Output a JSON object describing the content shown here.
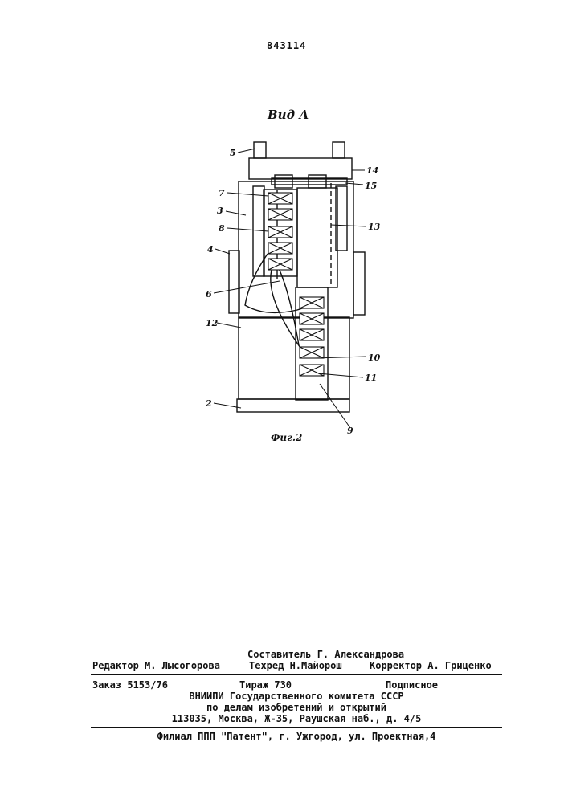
{
  "header": {
    "patent_number": "843114"
  },
  "figure": {
    "view_label": "Вид А",
    "caption": "Фиг.2",
    "callouts": [
      "5",
      "14",
      "15",
      "7",
      "3",
      "13",
      "8",
      "4",
      "6",
      "12",
      "10",
      "11",
      "2",
      "9"
    ]
  },
  "colophon": {
    "compiler": "Составитель Г. Александрова",
    "editor": "Редактор  М. Лысогорова",
    "techred": "Техред Н.Майорош",
    "corrector": "Корректор А.  Гриценко",
    "order": "Заказ 5153/76",
    "circulation": "Тираж 730",
    "subscription": "Подписное",
    "org_line1": "ВНИИПИ Государственного комитета СССР",
    "org_line2": "по делам изобретений и открытий",
    "org_address": "113035, Москва, Ж-35, Раушская наб., д. 4/5",
    "branch": "Филиал ППП \"Патент\", г. Ужгород, ул. Проектная,4"
  }
}
